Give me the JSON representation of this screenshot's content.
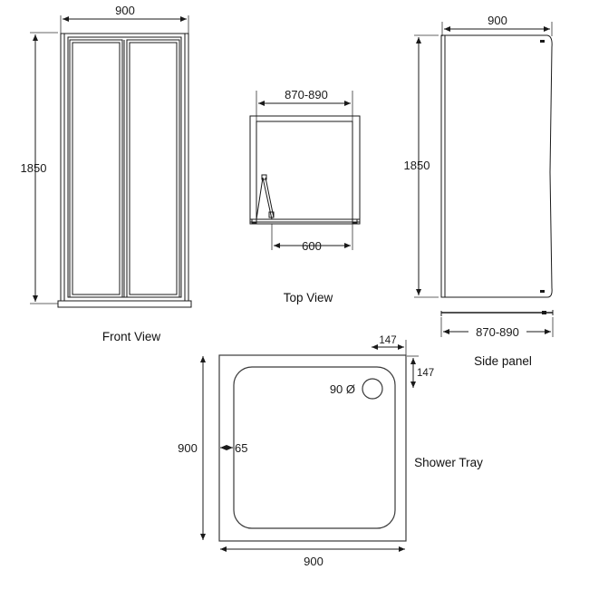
{
  "front_view": {
    "caption": "Front View",
    "width_label": "900",
    "height_label": "1850"
  },
  "top_view": {
    "caption": "Top View",
    "width_label": "870-890",
    "door_label": "600"
  },
  "side_panel": {
    "caption": "Side panel",
    "width_label": "900",
    "height_label": "1850",
    "bottom_label": "870-890"
  },
  "shower_tray": {
    "caption": "Shower Tray",
    "width_label": "900",
    "height_label": "900",
    "waste_label": "90 Ø",
    "waste_offset_x": "147",
    "waste_offset_y": "147",
    "edge_label": "65"
  }
}
